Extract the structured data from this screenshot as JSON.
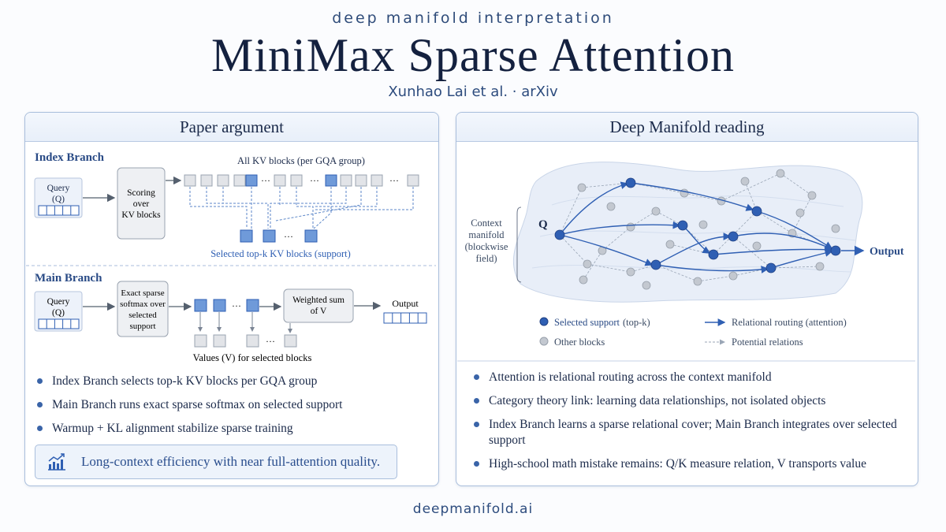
{
  "header": {
    "tagline": "deep manifold interpretation",
    "title": "MiniMax Sparse Attention",
    "authors": "Xunhao Lai et al. · arXiv"
  },
  "left_panel": {
    "title": "Paper argument",
    "index_branch": {
      "label": "Index Branch",
      "query_box": [
        "Query",
        "(Q)"
      ],
      "scoring_box": [
        "Scoring",
        "over",
        "KV blocks"
      ],
      "all_blocks_label": "All KV blocks (per GQA group)",
      "selected_label": "Selected top-k KV blocks (support)",
      "ellipsis": "···"
    },
    "main_branch": {
      "label": "Main Branch",
      "query_box": [
        "Query",
        "(Q)"
      ],
      "softmax_box": [
        "Exact sparse",
        "softmax over",
        "selected",
        "support"
      ],
      "weighted_box": [
        "Weighted sum",
        "of V"
      ],
      "output_label": "Output",
      "values_label": "Values (V) for selected blocks",
      "ellipsis": "···"
    },
    "bullets": [
      "Index Branch selects top-k KV blocks per GQA group",
      "Main Branch runs exact sparse softmax on selected support",
      "Warmup + KL alignment stabilize sparse training"
    ],
    "callout": {
      "icon": "trend-chart-icon",
      "text": "Long-context efficiency with near full-attention quality."
    }
  },
  "right_panel": {
    "title": "Deep Manifold reading",
    "manifold_label": [
      "Context",
      "manifold",
      "(blockwise",
      "field)"
    ],
    "query_label": "Q",
    "output_label": "Output",
    "legend": {
      "selected": "Selected support",
      "selected_suffix": "(top-k)",
      "other": "Other blocks",
      "routing": "Relational routing (attention)",
      "potential": "Potential relations"
    },
    "bullets": [
      "Attention is relational routing across the context manifold",
      "Category theory link: learning data relationships, not isolated objects",
      "Index Branch learns a sparse relational cover; Main Branch integrates over selected support",
      "High-school math mistake remains: Q/K measure relation, V transports value"
    ]
  },
  "footer": {
    "site": "deepmanifold.ai"
  },
  "colors": {
    "accent": "#2f5fb3",
    "selected_block": "#6f9ad9",
    "grey_block": "#e2e4e8",
    "text_dark": "#1b2a4a"
  }
}
